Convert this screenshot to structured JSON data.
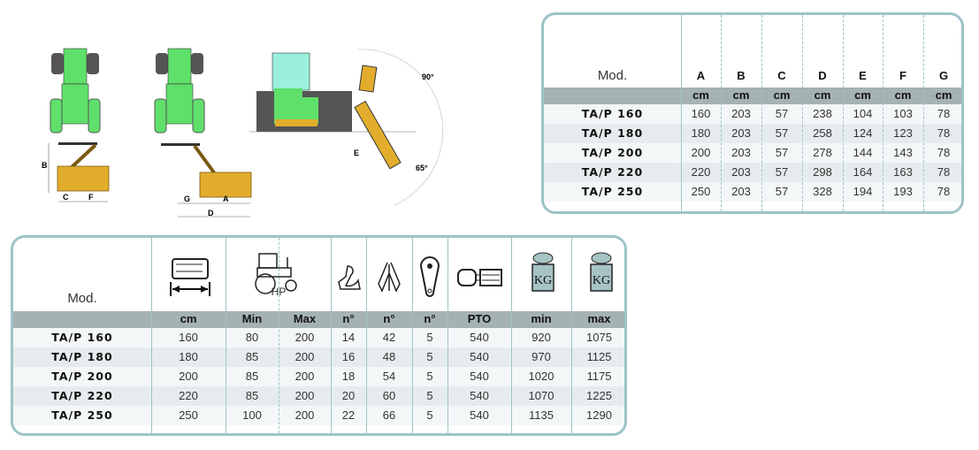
{
  "diagram": {
    "labels": [
      "A",
      "B",
      "C",
      "D",
      "E",
      "F",
      "G"
    ],
    "angle_up": "90°",
    "angle_down": "65°"
  },
  "dimensions_table": {
    "mod_header": "Mod.",
    "columns": [
      "A",
      "B",
      "C",
      "D",
      "E",
      "F",
      "G"
    ],
    "units": [
      "cm",
      "cm",
      "cm",
      "cm",
      "cm",
      "cm",
      "cm"
    ],
    "rows": [
      {
        "model": "TA/P 160",
        "values": [
          "160",
          "203",
          "57",
          "238",
          "104",
          "103",
          "78"
        ]
      },
      {
        "model": "TA/P 180",
        "values": [
          "180",
          "203",
          "57",
          "258",
          "124",
          "123",
          "78"
        ]
      },
      {
        "model": "TA/P 200",
        "values": [
          "200",
          "203",
          "57",
          "278",
          "144",
          "143",
          "78"
        ]
      },
      {
        "model": "TA/P 220",
        "values": [
          "220",
          "203",
          "57",
          "298",
          "164",
          "163",
          "78"
        ]
      },
      {
        "model": "TA/P 250",
        "values": [
          "250",
          "203",
          "57",
          "328",
          "194",
          "193",
          "78"
        ]
      }
    ]
  },
  "specs_table": {
    "mod_header": "Mod.",
    "icons": [
      "working-width-icon",
      "tractor-hp-icon",
      "hammer-icon",
      "blade-icon",
      "belt-icon",
      "pto-shaft-icon",
      "weight-icon",
      "weight-icon"
    ],
    "hp_label": "HP",
    "kg_label": "KG",
    "units": [
      "cm",
      "Min",
      "Max",
      "n°",
      "n°",
      "n°",
      "PTO",
      "min",
      "max"
    ],
    "rows": [
      {
        "model": "TA/P 160",
        "values": [
          "160",
          "80",
          "200",
          "14",
          "42",
          "5",
          "540",
          "920",
          "1075"
        ]
      },
      {
        "model": "TA/P 180",
        "values": [
          "180",
          "85",
          "200",
          "16",
          "48",
          "5",
          "540",
          "970",
          "1125"
        ]
      },
      {
        "model": "TA/P 200",
        "values": [
          "200",
          "85",
          "200",
          "18",
          "54",
          "5",
          "540",
          "1020",
          "1175"
        ]
      },
      {
        "model": "TA/P 220",
        "values": [
          "220",
          "85",
          "200",
          "20",
          "60",
          "5",
          "540",
          "1070",
          "1225"
        ]
      },
      {
        "model": "TA/P 250",
        "values": [
          "250",
          "100",
          "200",
          "22",
          "66",
          "5",
          "540",
          "1135",
          "1290"
        ]
      }
    ]
  },
  "colors": {
    "tractor": "#5fe06a",
    "mower": "#e2ad2c",
    "cab": "#9af0dc",
    "border": "#9fc3c6",
    "band": "#a5b2b4"
  }
}
